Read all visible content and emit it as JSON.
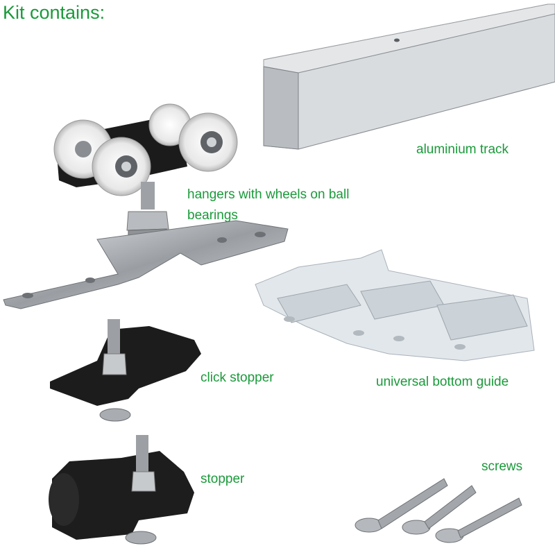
{
  "title": "Kit contains:",
  "labels": {
    "aluminium_track": "aluminium track",
    "hangers": "hangers with wheels on ball bearings",
    "click_stopper": "click stopper",
    "bottom_guide": "universal bottom guide",
    "stopper": "stopper",
    "screws": "screws"
  },
  "colors": {
    "label_text": "#1a9a3a",
    "aluminium": "#c9ccd0",
    "black_plastic": "#1a1a1a",
    "wheel_white": "#f2f2f2",
    "steel": "#a6a9ad"
  }
}
